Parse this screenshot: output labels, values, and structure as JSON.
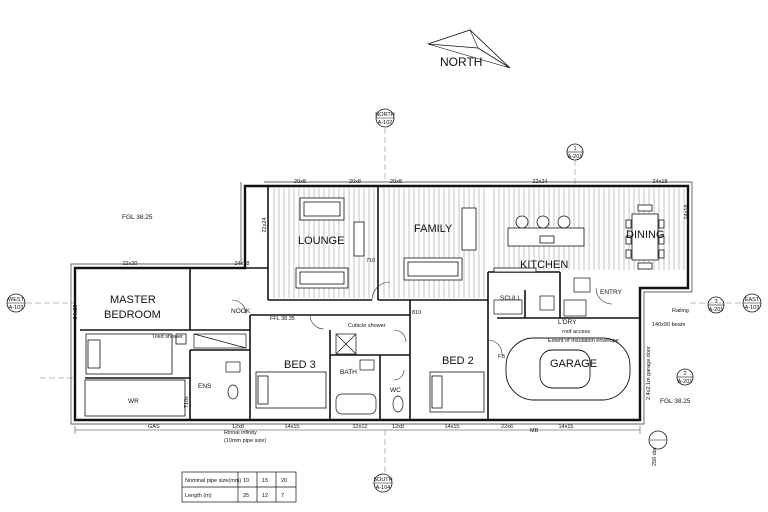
{
  "north_arrow": {
    "label": "NORTH"
  },
  "section_markers": {
    "north": {
      "name": "NORTH",
      "ref": "A-102"
    },
    "south": {
      "name": "SOUTH",
      "ref": "A-104"
    },
    "west": {
      "name": "WEST",
      "ref": "A-103"
    },
    "east": {
      "name": "EAST",
      "ref": "A-103"
    },
    "marker_1": {
      "num": "1",
      "ref": "A-201"
    },
    "marker_2": {
      "num": "2",
      "ref": "A-201"
    },
    "marker_3": {
      "num": "3",
      "ref": "A-201"
    }
  },
  "rooms": {
    "lounge": "LOUNGE",
    "family": "FAMILY",
    "kitchen": "KITCHEN",
    "dining": "DINING",
    "master_line1": "MASTER",
    "master_line2": "BEDROOM",
    "nook": "NOOK",
    "bed3": "BED 3",
    "bath": "BATH",
    "bed2": "BED 2",
    "garage": "GARAGE",
    "ens": "ENS",
    "wr": "WR",
    "wc": "WC",
    "scull": "SCULL",
    "ldry": "L'DRY",
    "entry": "ENTRY"
  },
  "notes": {
    "fgl_top": "FGL 38.25",
    "fgl_right": "FGL 38.25",
    "ffl": "FFL 38.35",
    "tiled_shower": "Tiled shower",
    "cubicle_shower": "Cubicle shower",
    "roof_access": "roof access",
    "insulation": "Extent of Insulation envelope",
    "beam": "140x90 beam",
    "railing": "Railing",
    "gas": "GAS",
    "mb": "MB",
    "rinnai_1": "Rinnai infinity",
    "rinnai_2": "(10mm pipe size)",
    "dim_250": "250 dia.",
    "dim_710": "710",
    "dim_810": "810",
    "dim_710b": "710x",
    "fb": "FB",
    "garage_door": "2.4x2.1m garage door"
  },
  "window_tags": [
    "20x8",
    "20x8",
    "20x8",
    "22x24",
    "24x18",
    "22x24",
    "24x18",
    "22x20",
    "24x18",
    "24x20",
    "14x15",
    "12x12",
    "12x8",
    "14x15",
    "22x6",
    "14x15",
    "12x8"
  ],
  "pipe_table": {
    "row1_label": "Nominal pipe size(mm)",
    "row1": [
      "10",
      "15",
      "20"
    ],
    "row2_label": "Length (m)",
    "row2": [
      "25",
      "12",
      "7"
    ]
  }
}
